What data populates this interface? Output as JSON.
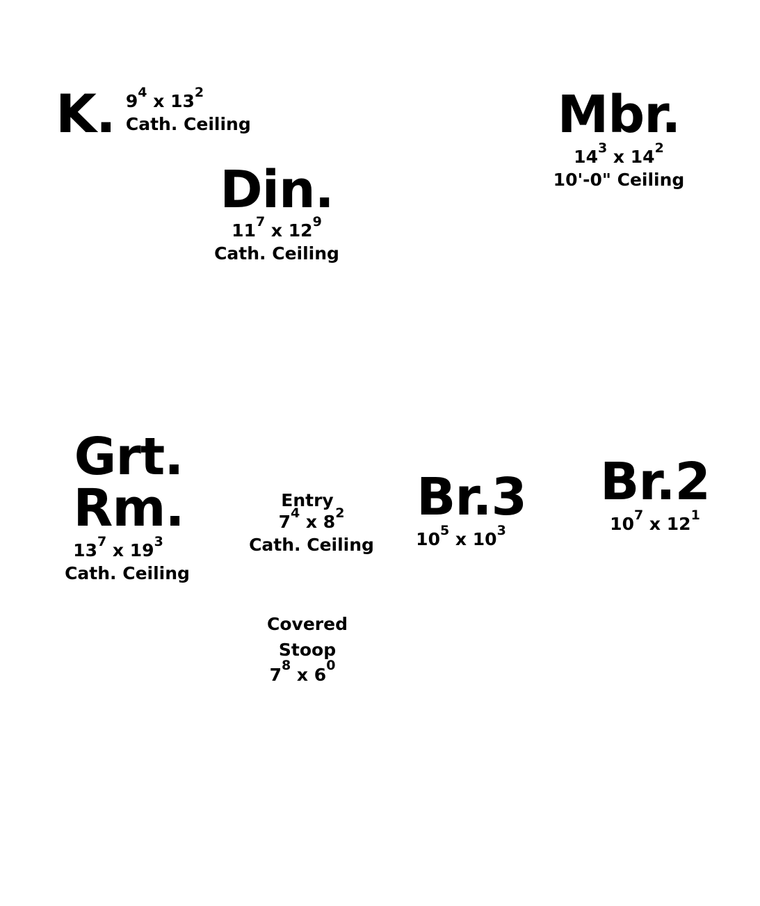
{
  "rooms": {
    "kitchen": {
      "name": "K.",
      "width": "9",
      "width_in": "4",
      "length": "13",
      "length_in": "2",
      "ceiling": "Cath. Ceiling"
    },
    "dining": {
      "name": "Din.",
      "width": "11",
      "width_in": "7",
      "length": "12",
      "length_in": "9",
      "ceiling": "Cath. Ceiling"
    },
    "master_bedroom": {
      "name": "Mbr.",
      "width": "14",
      "width_in": "3",
      "length": "14",
      "length_in": "2",
      "ceiling": "10'-0\" Ceiling"
    },
    "great_room": {
      "name": "Grt. Rm.",
      "width": "13",
      "width_in": "7",
      "length": "19",
      "length_in": "3",
      "ceiling": "Cath. Ceiling"
    },
    "entry": {
      "name": "Entry",
      "width": "7",
      "width_in": "4",
      "length": "8",
      "length_in": "2",
      "ceiling": "Cath. Ceiling"
    },
    "bedroom_3": {
      "name": "Br.3",
      "width": "10",
      "width_in": "5",
      "length": "10",
      "length_in": "3"
    },
    "bedroom_2": {
      "name": "Br.2",
      "width": "10",
      "width_in": "7",
      "length": "12",
      "length_in": "1"
    },
    "covered_stoop": {
      "name_line1": "Covered",
      "name_line2": "Stoop",
      "width": "7",
      "width_in": "8",
      "length": "6",
      "length_in": "0"
    }
  },
  "separator": "x"
}
